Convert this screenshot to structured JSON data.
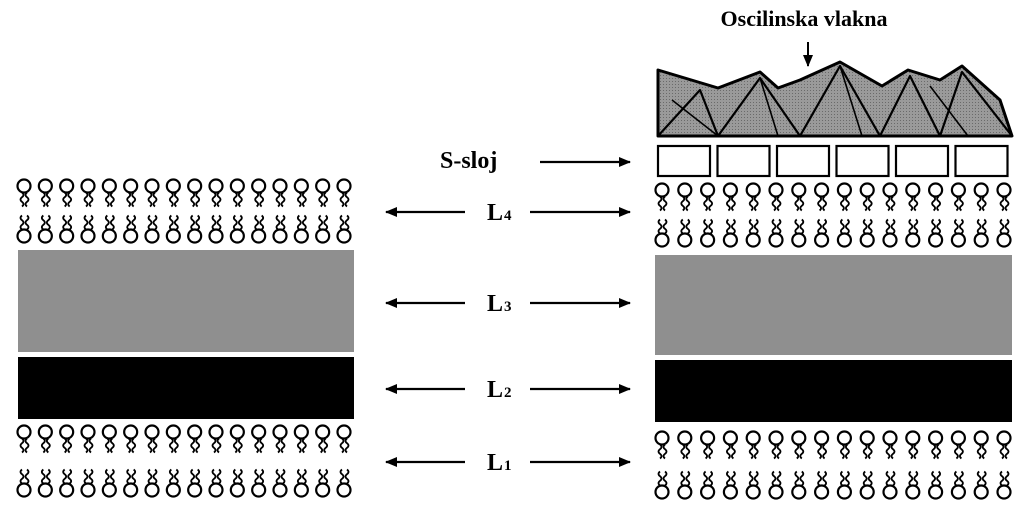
{
  "title": "Oscilinska vlakna",
  "labels": {
    "s_layer": "S-sloj",
    "l4_main": "L",
    "l4_sub": "4",
    "l3_main": "L",
    "l3_sub": "3",
    "l2_main": "L",
    "l2_sub": "2",
    "l1_main": "L",
    "l1_sub": "1"
  },
  "colors": {
    "gray_layer": "#8f8f8f",
    "black_layer": "#000000",
    "fiber_fill": "#8a8a8a",
    "outline": "#000000"
  },
  "icons": [
    "lipid-head-icon",
    "lipid-tail-icon",
    "arrow-icon"
  ]
}
